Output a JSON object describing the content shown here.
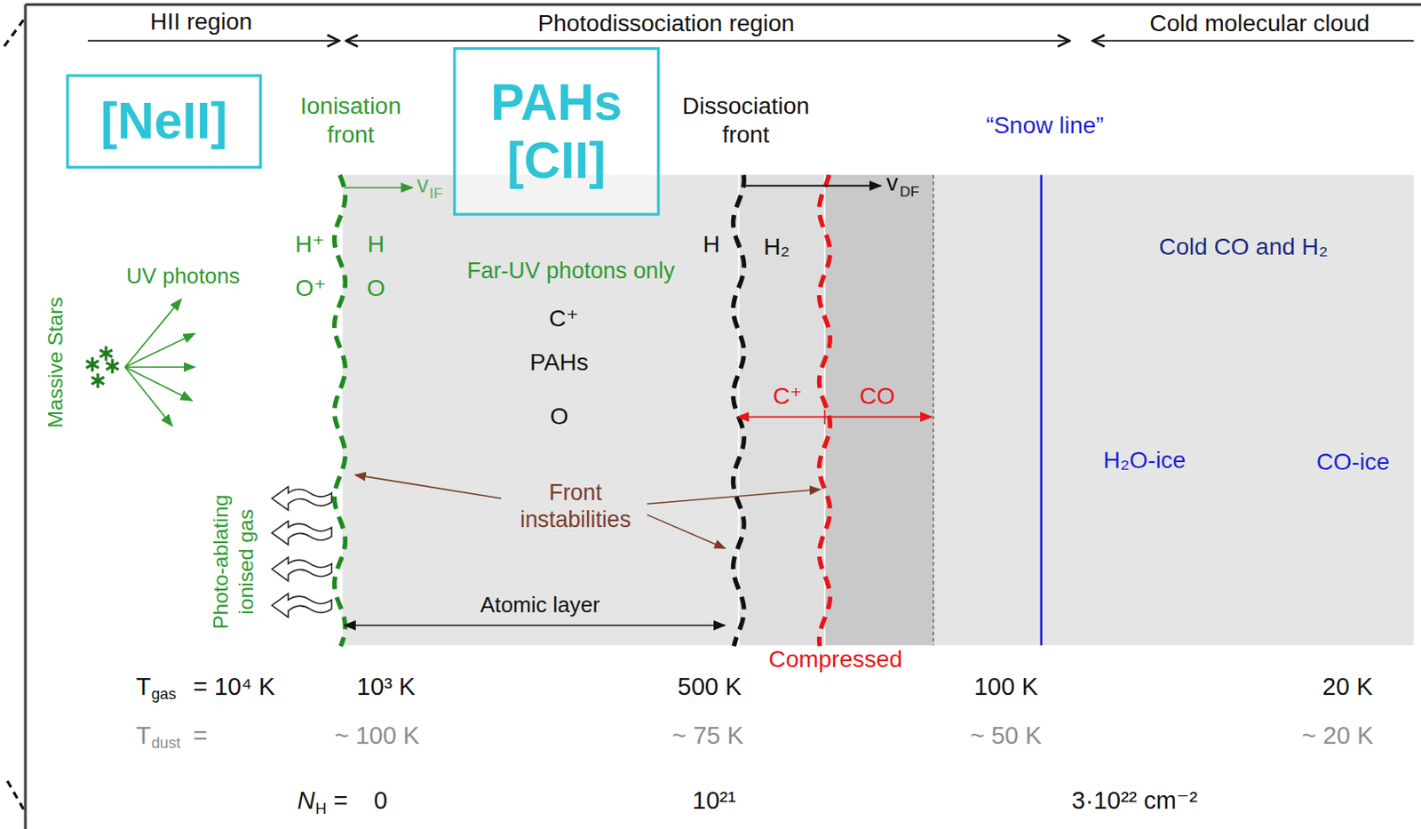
{
  "diagram": {
    "nodes": [
      {
        "text": [
          "[NeII]"
        ]
      },
      {
        "text": [
          "PAHs [CII]"
        ]
      }
    ],
    "labels": [
      "HII region",
      "Photodissociation region",
      "Cold molecular cloud",
      "Ionisation front",
      "Dissociation front",
      "“Snow line”",
      "v",
      "IF",
      "v",
      "DF",
      "H⁺",
      "H",
      "O⁺",
      "O",
      "Far-UV photons only",
      "C⁺",
      "PAHs",
      "O",
      "H",
      "H₂",
      "Cold CO and H₂",
      "C⁺",
      "CO",
      "H₂O-ice",
      "CO-ice",
      "Front instabilities",
      "Atomic layer",
      "Compressed",
      "UV photons",
      "Massive Stars",
      "Photo-ablating ionised gas",
      "T",
      "gas",
      "= 10⁴ K",
      "10³ K",
      "500 K",
      "100 K",
      "20 K",
      "T",
      "dust",
      "=",
      "~ 100 K",
      "~ 75 K",
      "~ 50 K",
      "~ 20 K",
      "N",
      "H",
      "=",
      "0",
      "10²¹",
      "3·10²² cm⁻²"
    ]
  }
}
